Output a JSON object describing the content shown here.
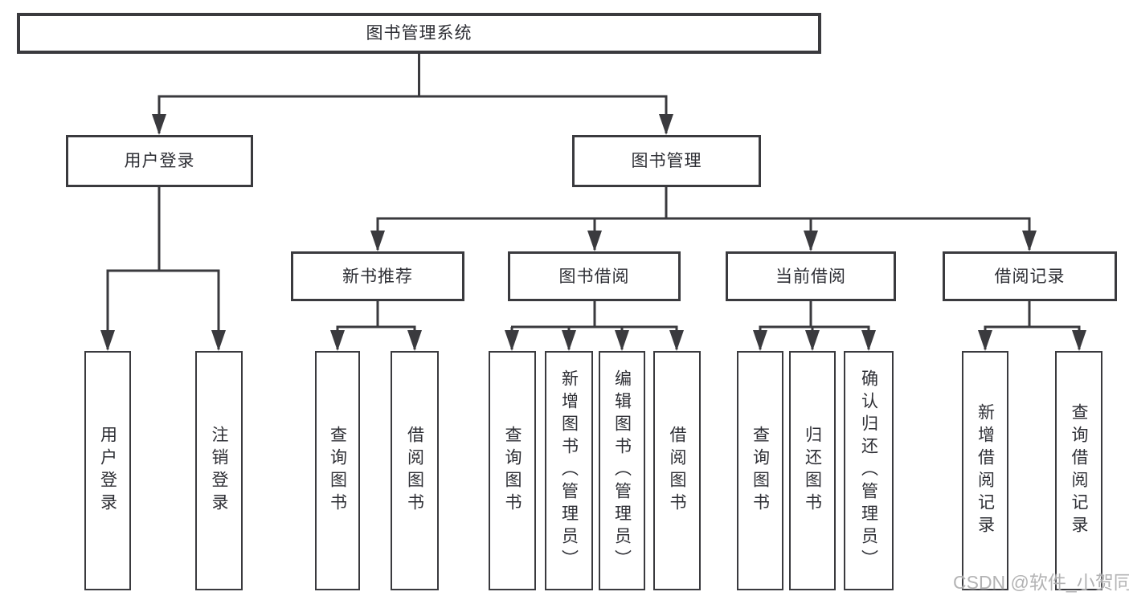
{
  "diagram_type": "hierarchy-tree",
  "colors": {
    "background": "#ffffff",
    "line": "#3a3a3e",
    "box_border": "#3a3a3e",
    "box_fill": "#ffffff",
    "text": "#2e2f35",
    "watermark": "#a8a8aa"
  },
  "tree": {
    "label": "图书管理系统",
    "children": [
      {
        "label": "用户登录",
        "children": [
          {
            "label": "用户登录"
          },
          {
            "label": "注销登录"
          }
        ]
      },
      {
        "label": "图书管理",
        "children": [
          {
            "label": "新书推荐",
            "children": [
              {
                "label": "查询图书"
              },
              {
                "label": "借阅图书"
              }
            ]
          },
          {
            "label": "图书借阅",
            "children": [
              {
                "label": "查询图书"
              },
              {
                "label": "新增图书（管理员）"
              },
              {
                "label": "编辑图书（管理员）"
              },
              {
                "label": "借阅图书"
              }
            ]
          },
          {
            "label": "当前借阅",
            "children": [
              {
                "label": "查询图书"
              },
              {
                "label": "归还图书"
              },
              {
                "label": "确认归还（管理员）"
              }
            ]
          },
          {
            "label": "借阅记录",
            "children": [
              {
                "label": "新增借阅记录"
              },
              {
                "label": "查询借阅记录"
              }
            ]
          }
        ]
      }
    ]
  },
  "watermark": {
    "text": "CSDN @软件_小贺同学"
  }
}
